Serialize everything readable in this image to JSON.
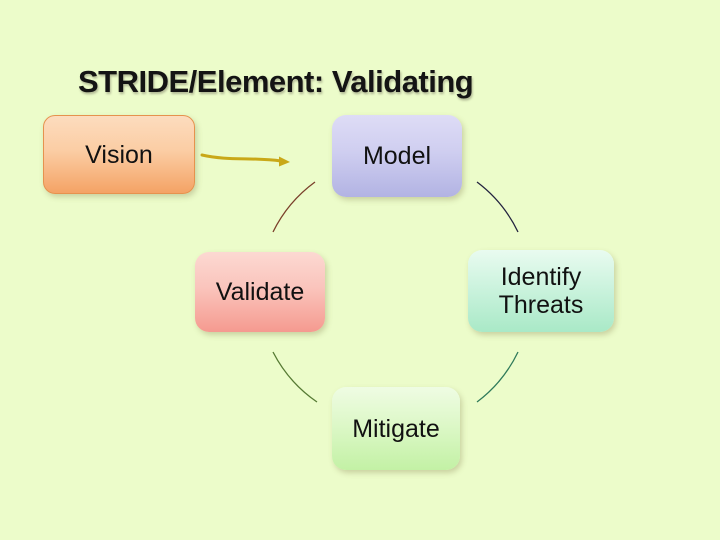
{
  "slide": {
    "title": "STRIDE/Element: Validating",
    "background_color": "#ecfcca"
  },
  "diagram": {
    "type": "cycle",
    "nodes": {
      "vision": {
        "label": "Vision",
        "fill_top": "#fcdcbe",
        "fill_bottom": "#f4a365",
        "border_color": "#e6924e"
      },
      "model": {
        "label": "Model",
        "fill_top": "#dedcf6",
        "fill_bottom": "#b2b3e3"
      },
      "validate": {
        "label": "Validate",
        "fill_top": "#fcd9d2",
        "fill_bottom": "#f59a90"
      },
      "identify_threats": {
        "label": "Identify Threats",
        "fill_top": "#e9fbf0",
        "fill_bottom": "#a9e9c7"
      },
      "mitigate": {
        "label": "Mitigate",
        "fill_top": "#effce3",
        "fill_bottom": "#c3f1a5"
      }
    },
    "connectors": [
      {
        "from": "vision",
        "to": "model",
        "style": "arrow",
        "color": "#c9a818"
      },
      {
        "from": "model",
        "to": "validate",
        "style": "arc",
        "color": "#7a3f2a"
      },
      {
        "from": "model",
        "to": "identify_threats",
        "style": "arc",
        "color": "#23233f"
      },
      {
        "from": "validate",
        "to": "mitigate",
        "style": "arc",
        "color": "#567a33"
      },
      {
        "from": "identify_threats",
        "to": "mitigate",
        "style": "arc",
        "color": "#2f7a5a"
      }
    ]
  }
}
